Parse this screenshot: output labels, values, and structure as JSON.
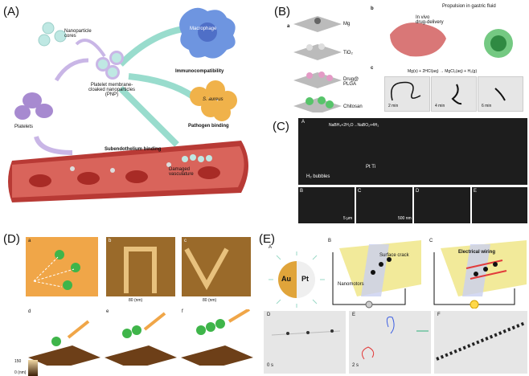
{
  "labels": {
    "A": "(A)",
    "B": "(B)",
    "C": "(C)",
    "D": "(D)",
    "E": "(E)"
  },
  "panelA": {
    "nanoparticle_cores": "Nanoparticle\ncores",
    "pnp": "Platelet membrane-\ncloaked nanoparticles\n(PNP)",
    "platelets": "Platelets",
    "macrophage": "Macrophage",
    "immunocompatibility": "Immunocompatibility",
    "s_aureus": "S. aureus",
    "pathogen_binding": "Pathogen binding",
    "subendothelium": "Subendothelium binding",
    "damaged": "Damaged\nvasculature"
  },
  "panelB": {
    "a": "a",
    "b": "b",
    "c": "c",
    "mg": "Mg",
    "tio2": "TiO₂",
    "drug": "Drug@\nPLGA",
    "chitosan": "Chitosan",
    "in_vivo": "In vivo\ndrug-delivery",
    "propulsion": "Propulsion in gastric fluid",
    "reaction": "Mg(s) + 2HCl(aq) → MgCl₂(aq) + H₂(g)",
    "t2": "2 min",
    "t4": "4 min",
    "t6": "6 min"
  },
  "panelC": {
    "A": "A",
    "B": "B",
    "C": "C",
    "D": "D",
    "E": "E",
    "equation": "NaBH₄+2H₂O→NaBO₂+4H₂",
    "pt_ti": "Pt Ti",
    "bubbles": "H₂ bubbles",
    "scale1": "5 μm",
    "scale2": "500 nm"
  },
  "panelD": {
    "a": "a",
    "b": "b",
    "c": "c",
    "d": "d",
    "e": "e",
    "f": "f",
    "scale_b": "80 (nm)",
    "scale_c": "80 (nm)",
    "zero": "0",
    "max150": "150",
    "zero_nm": "0 (nm)"
  },
  "panelE": {
    "A": "A",
    "B": "B",
    "C": "C",
    "D": "D",
    "E": "E",
    "F": "F",
    "au": "Au",
    "pt": "Pt",
    "surface_crack": "Surface crack",
    "nanomotors": "Nanomotors",
    "electrical_wiring": "Electrical wiring",
    "t0": "0 s",
    "t2": "2 s"
  }
}
